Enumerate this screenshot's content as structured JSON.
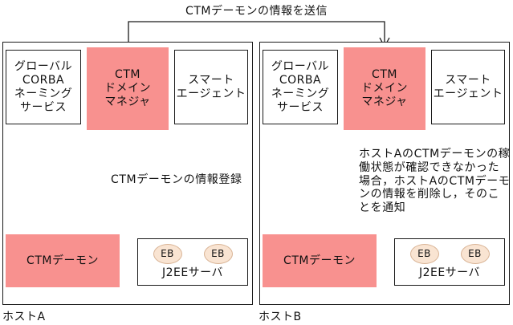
{
  "colors": {
    "pink": "#F8918F",
    "eb_fill": "#F9E4D2",
    "eb_border": "#D9B496",
    "line": "#1A1A1A"
  },
  "top_arrow_label": "CTMデーモンの情報を送信",
  "hosts": [
    {
      "name": "ホストA",
      "naming_service": [
        "グローバル",
        "CORBA",
        "ネーミング",
        "サービス"
      ],
      "ctm_domain_manager": [
        "CTM",
        "ドメイン",
        "マネジャ"
      ],
      "smart_agent": [
        "スマート",
        "エージェント"
      ],
      "ctm_daemon": "CTMデーモン",
      "j2ee_server": "J2EEサーバ",
      "eb_labels": [
        "EB",
        "EB"
      ],
      "annotation_lines": [
        "CTMデーモンの情報登録"
      ]
    },
    {
      "name": "ホストB",
      "naming_service": [
        "グローバル",
        "CORBA",
        "ネーミング",
        "サービス"
      ],
      "ctm_domain_manager": [
        "CTM",
        "ドメイン",
        "マネジャ"
      ],
      "smart_agent": [
        "スマート",
        "エージェント"
      ],
      "ctm_daemon": "CTMデーモン",
      "j2ee_server": "J2EEサーバ",
      "eb_labels": [
        "EB",
        "EB"
      ],
      "annotation_lines": [
        "ホストAのCTMデーモンの稼",
        "働状態が確認できなかった",
        "場合，ホストAのCTMデーモ",
        "ンの情報を削除し，そのこ",
        "とを通知"
      ]
    }
  ]
}
